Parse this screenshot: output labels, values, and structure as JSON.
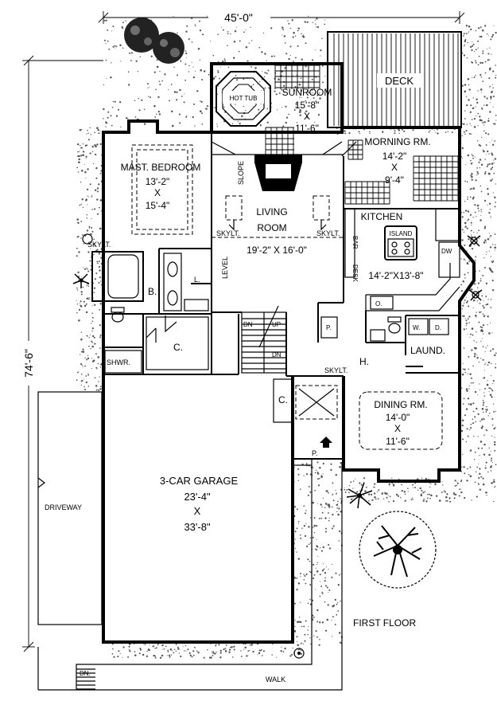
{
  "dimensions": {
    "width": "45'-0\"",
    "depth": "74'-6\""
  },
  "rooms": {
    "sunroom": {
      "name": "SUNROOM",
      "w": "15'-8\"",
      "x": "X",
      "h": "11'-6\""
    },
    "hot_tub": "HOT TUB",
    "deck": "DECK",
    "morning": {
      "name": "MORNING RM.",
      "w": "14'-2\"",
      "x": "X",
      "h": "9'-4\""
    },
    "master": {
      "name": "MAST. BEDROOM",
      "w": "13'-2\"",
      "x": "X",
      "h": "15'-4\""
    },
    "living": {
      "name1": "LIVING",
      "name2": "ROOM",
      "size": "19'-2\" X 16'-0\""
    },
    "kitchen": {
      "name": "KITCHEN",
      "size": "14'-2\"X13'-8\"",
      "island": "ISLAND"
    },
    "laundry": "LAUND.",
    "dining": {
      "name": "DINING RM.",
      "w": "14'-0\"",
      "x": "X",
      "h": "11'-6\""
    },
    "garage": {
      "name": "3-CAR GARAGE",
      "w": "23'-4\"",
      "x": "X",
      "h": "33'-8\""
    }
  },
  "labels": {
    "skylight": "SKYLT.",
    "slope": "SLOPE",
    "level": "LEVEL",
    "bar": "BAR",
    "desk": "DESK",
    "dw": "DW",
    "bath": "B.",
    "closet": "C.",
    "linen": "L.",
    "shower": "SHWR.",
    "pantry": "P.",
    "oven": "O.",
    "washer": "W.",
    "dryer": "D.",
    "hall": "H.",
    "stair_dn": "DN",
    "stair_up": "UP",
    "driveway": "DRIVEWAY",
    "porch": "P.",
    "walk": "WALK",
    "walk_dn": "DN.",
    "floor": "FIRST FLOOR"
  }
}
